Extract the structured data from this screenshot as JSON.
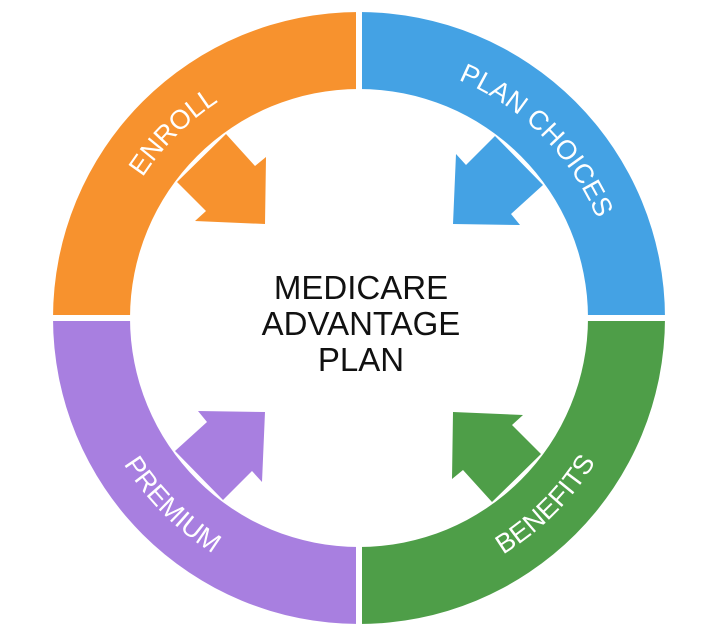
{
  "center_title": [
    "MEDICARE",
    "ADVANTAGE",
    "PLAN"
  ],
  "segments": [
    {
      "label": "ENROLL",
      "color": "#F7922E"
    },
    {
      "label": "PLAN CHOICES",
      "color": "#44A2E4"
    },
    {
      "label": "BENEFITS",
      "color": "#4E9E48"
    },
    {
      "label": "PREMIUM",
      "color": "#A87FE0"
    }
  ]
}
